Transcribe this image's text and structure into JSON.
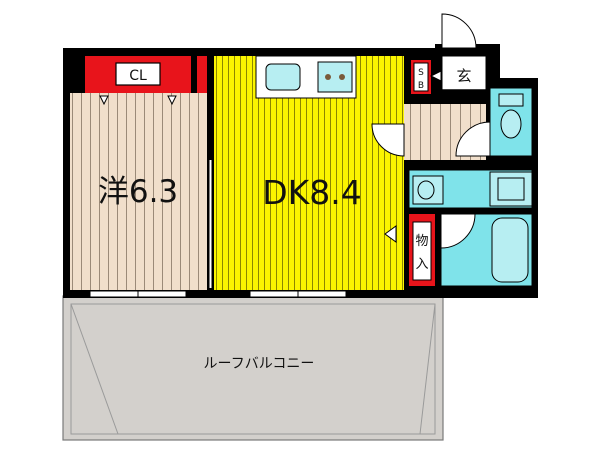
{
  "rooms": {
    "western": {
      "label": "洋6.3"
    },
    "dk": {
      "label": "DK8.4"
    },
    "balcony": {
      "label": "ルーフバルコニー"
    }
  },
  "storage": {
    "closet": {
      "label": "CL"
    },
    "shoe_box": {
      "label_top": "S",
      "label_bottom": "B"
    },
    "monoire": {
      "label_top": "物",
      "label_bottom": "入"
    }
  },
  "entrance": {
    "label": "玄"
  },
  "colors": {
    "wall": "#000000",
    "storage_red": "#e8141b",
    "dk_yellow": "#fbf500",
    "western_floor": "#f1dfcb",
    "balcony_gray": "#d3d0cc",
    "wet_area_cyan": "#7fe3ea",
    "fixture_light": "#b7eef2"
  }
}
